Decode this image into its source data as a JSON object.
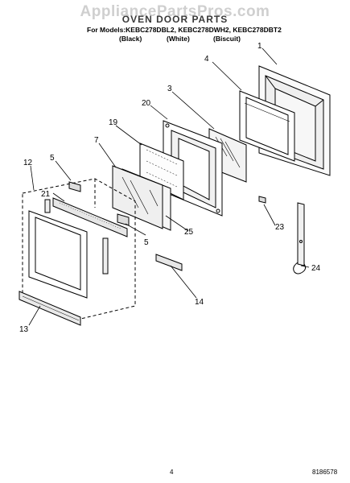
{
  "header": {
    "watermark": "AppliancePartsPros.com",
    "title": "OVEN DOOR PARTS",
    "models_line": "For Models:KEBC278DBL2, KEBC278DWH2, KEBC278DBT2",
    "variants": [
      "(Black)",
      "(White)",
      "(Biscuit)"
    ]
  },
  "callouts": [
    "1",
    "4",
    "3",
    "20",
    "19",
    "7",
    "5",
    "12",
    "21",
    "5",
    "25",
    "23",
    "24",
    "14",
    "13"
  ],
  "footer": {
    "page_number": "4",
    "doc_number": "8186578"
  }
}
